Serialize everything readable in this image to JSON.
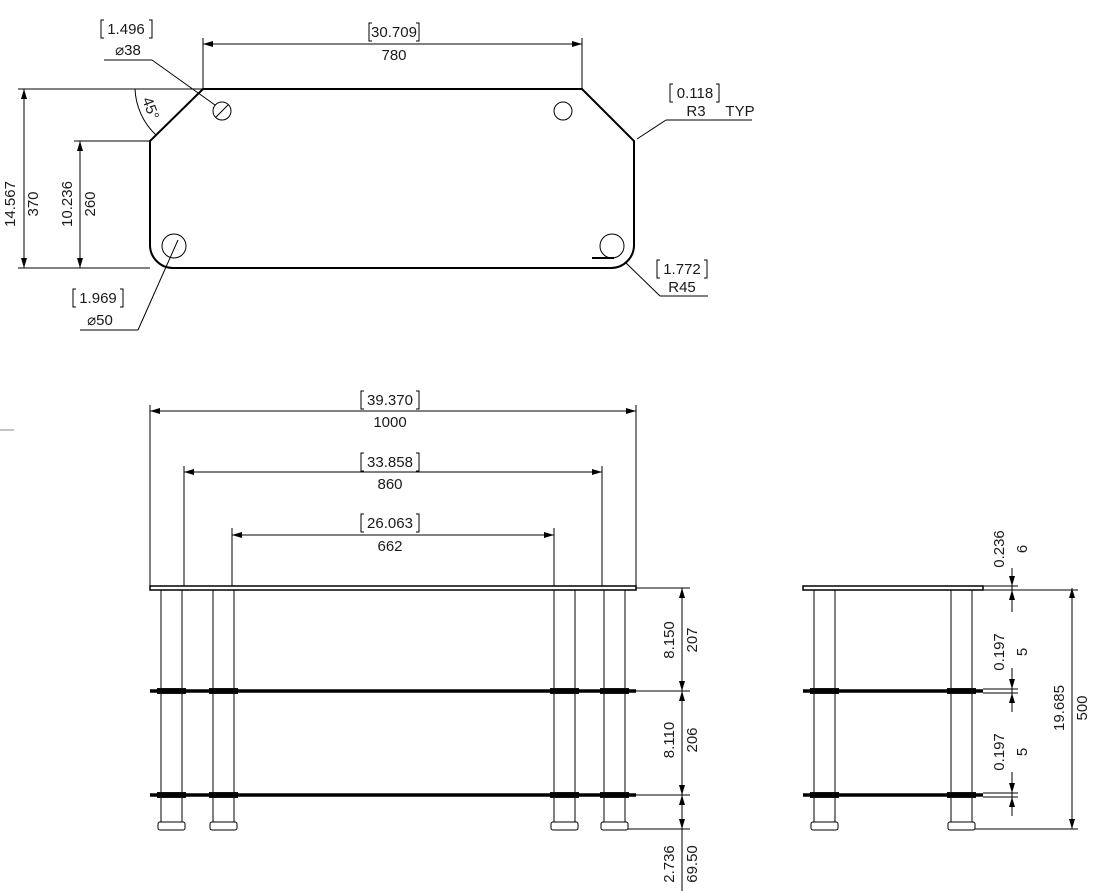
{
  "top_view": {
    "width_in": "30.709",
    "width_mm": "780",
    "height_in": "14.567",
    "height_mm": "370",
    "inner_height_in": "10.236",
    "inner_height_mm": "260",
    "small_hole_in": "1.496",
    "small_hole_mm": "⌀38",
    "large_hole_in": "1.969",
    "large_hole_mm": "⌀50",
    "chamfer_angle": "45°",
    "corner_radius_in": "0.118",
    "corner_radius_mm": "R3",
    "corner_radius_note": "TYP",
    "round_radius_in": "1.772",
    "round_radius_mm": "R45"
  },
  "front_view": {
    "overall_in": "39.370",
    "overall_mm": "1000",
    "post_span_outer_in": "33.858",
    "post_span_outer_mm": "860",
    "post_span_inner_in": "26.063",
    "post_span_inner_mm": "662",
    "shelf_gap_top_in": "8.150",
    "shelf_gap_top_mm": "207",
    "shelf_gap_mid_in": "8.110",
    "shelf_gap_mid_mm": "206",
    "foot_height_in": "2.736",
    "foot_height_mm": "69.50"
  },
  "side_view": {
    "glass_top_in": "0.236",
    "glass_top_mm": "6",
    "glass_mid_in": "0.197",
    "glass_mid_mm": "5",
    "glass_bot_in": "0.197",
    "glass_bot_mm": "5",
    "total_height_in": "19.685",
    "total_height_mm": "500"
  }
}
